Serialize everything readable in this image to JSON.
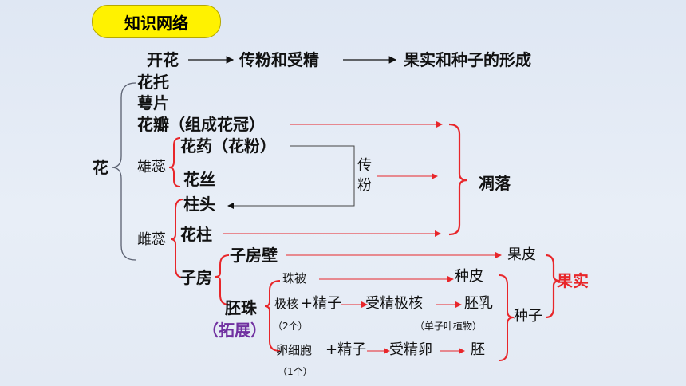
{
  "title": "知识网络",
  "flow": {
    "step1": "开花",
    "step2": "传粉和受精",
    "step3": "果实和种子的形成"
  },
  "flower": {
    "root": "花",
    "receptacle": "花托",
    "sepal": "萼片",
    "petal": "花瓣（组成花冠）",
    "stamen": "雄蕊",
    "anther": "花药（花粉）",
    "filament": "花丝",
    "pistil": "雌蕊",
    "stigma": "柱头",
    "style": "花柱",
    "ovary": "子房",
    "ovary_wall": "子房壁",
    "ovule": "胚珠",
    "extension": "（拓展）",
    "integument": "珠被",
    "polar_nuclei": "极核",
    "polar_count": "（2个）",
    "egg": "卵细胞",
    "egg_count": "（1个）",
    "plus_sperm_1": "+精子",
    "plus_sperm_2": "+精子"
  },
  "process": {
    "pollination_1": "传",
    "pollination_2": "粉",
    "fall_off": "凋落",
    "fertilized_polar": "受精极核",
    "fertilized_egg": "受精卵"
  },
  "results": {
    "pericarp": "果皮",
    "seed_coat": "种皮",
    "endosperm": "胚乳",
    "endosperm_note": "（单子叶植物）",
    "embryo": "胚",
    "seed": "种子",
    "fruit": "果实"
  },
  "colors": {
    "badge_bg": "#fff200",
    "arrow_red": "#e8262a",
    "fruit_text": "#e8262a",
    "extension_text": "#7030a0",
    "bracket_gray": "#5a6070",
    "text": "#111111"
  }
}
